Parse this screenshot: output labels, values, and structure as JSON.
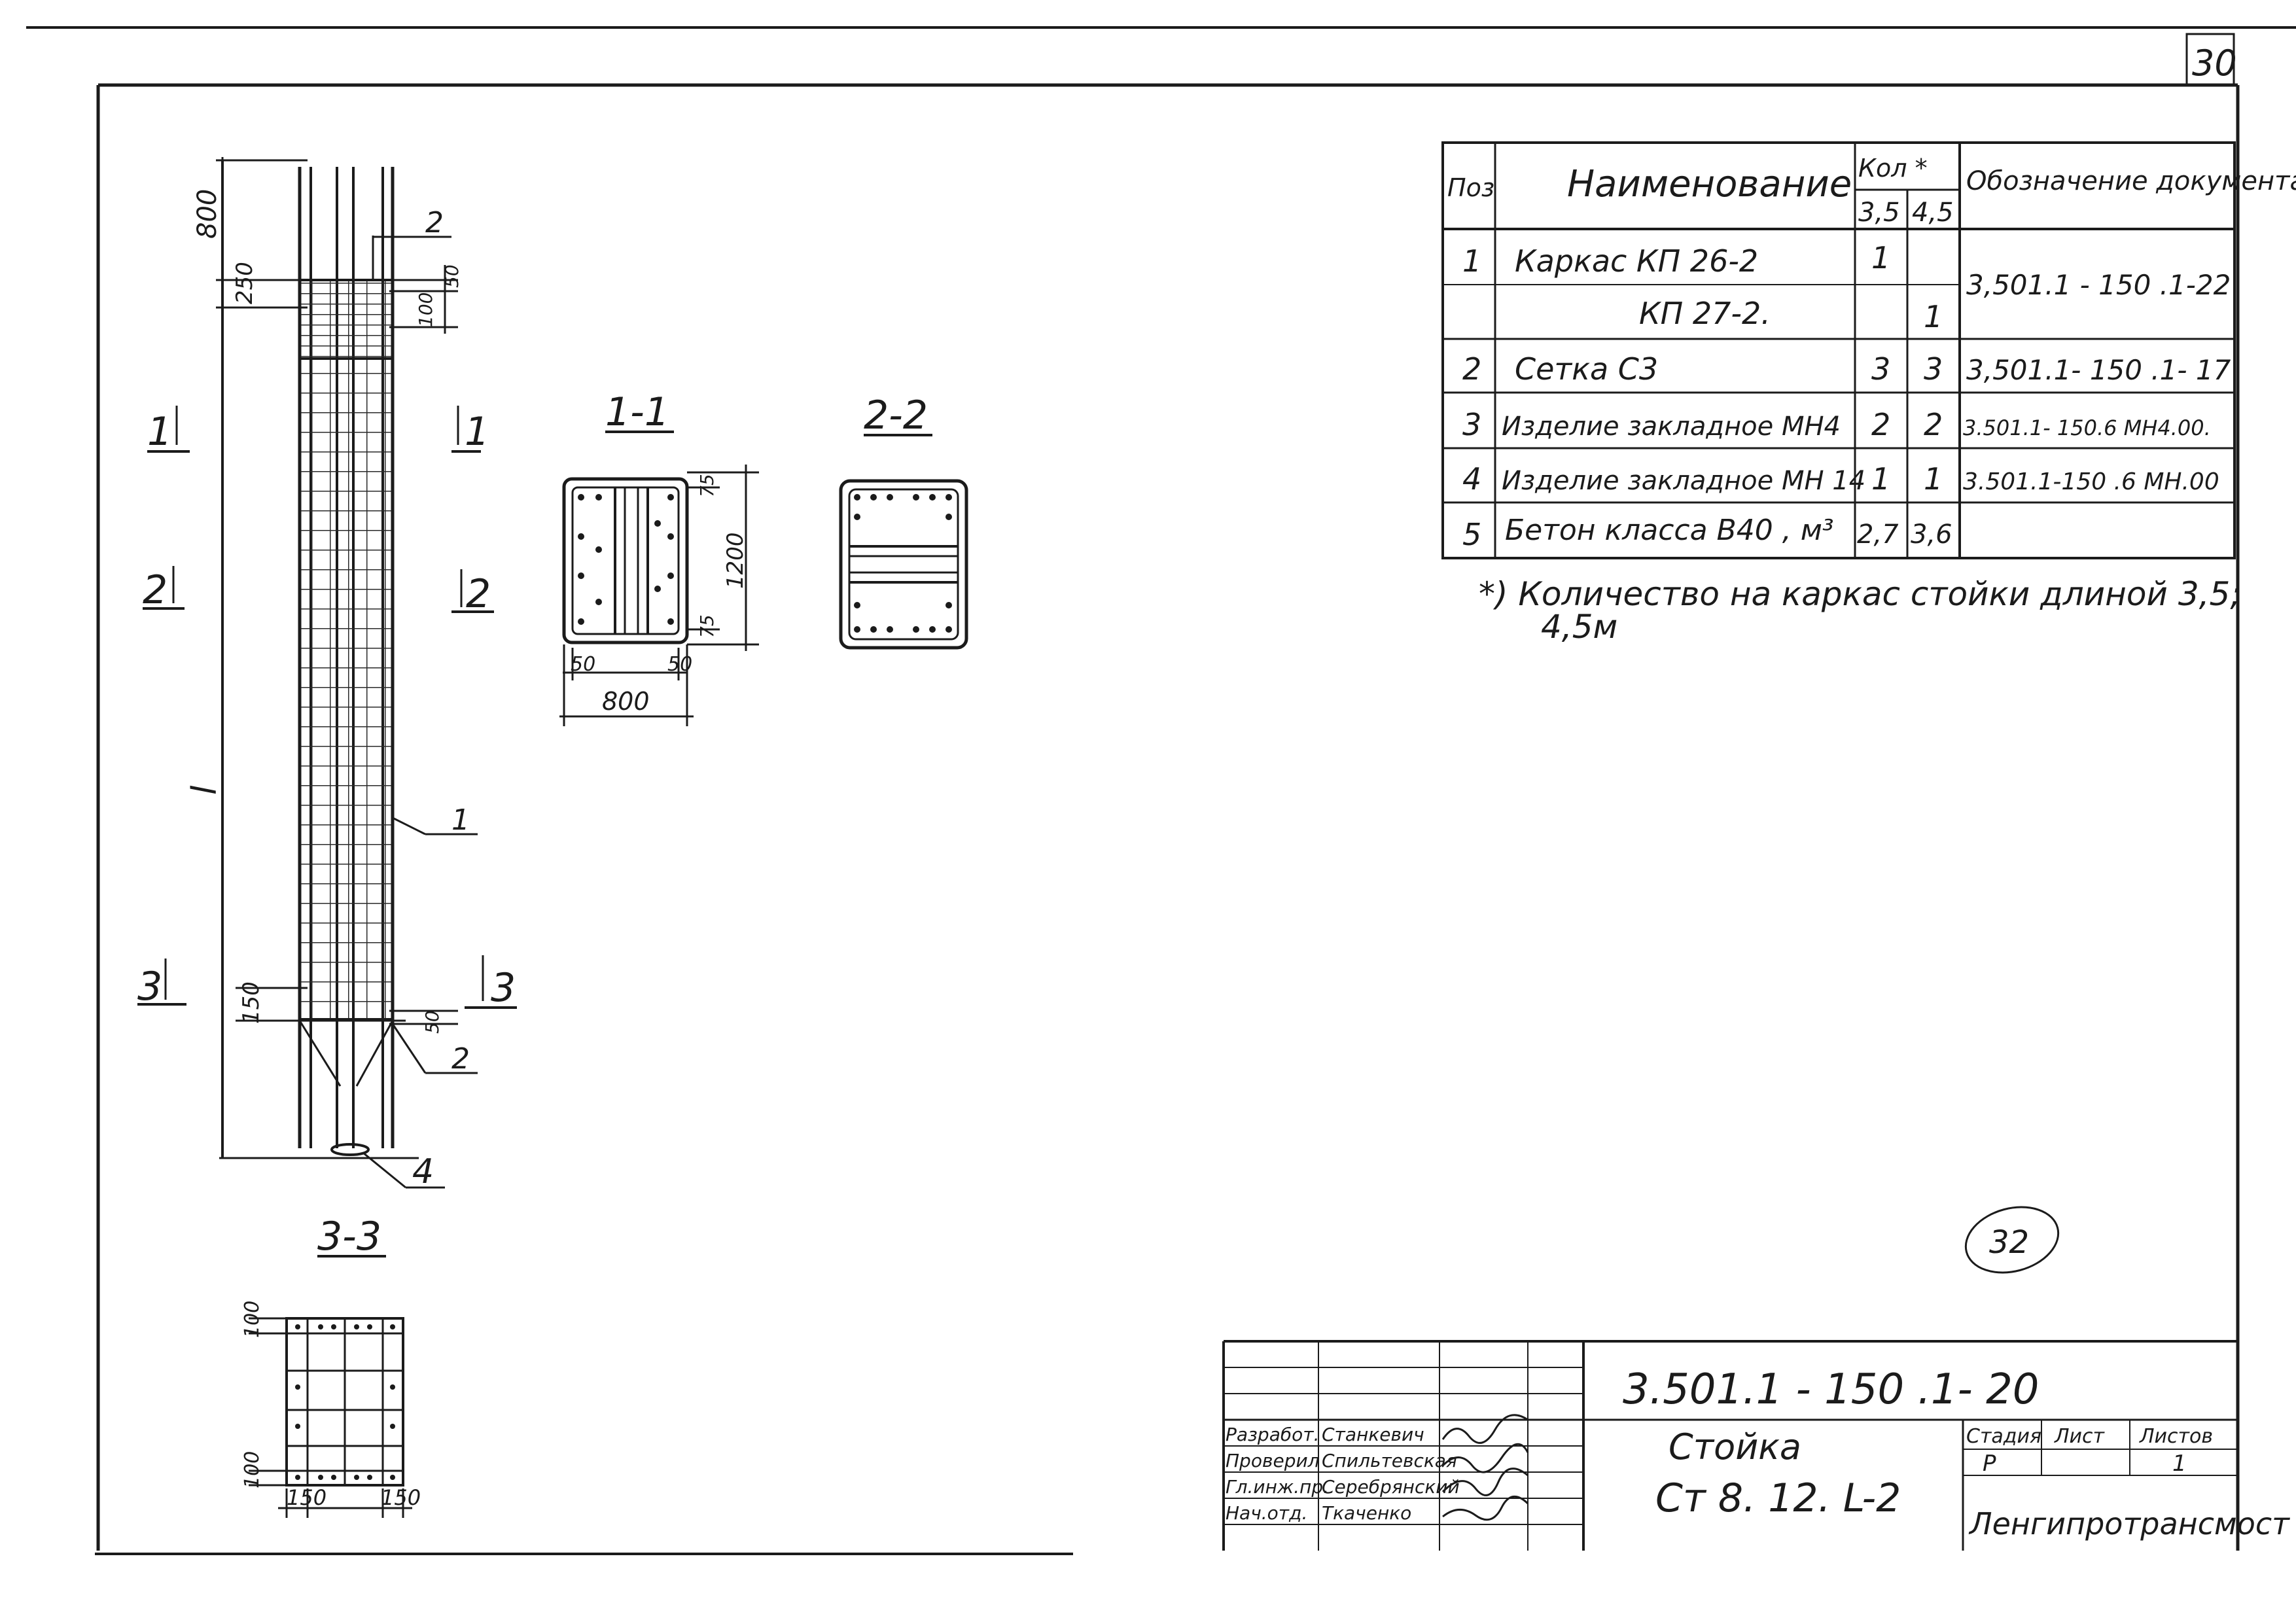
{
  "sheet": {
    "page_number": "30",
    "circle_stamp": "32"
  },
  "drawing": {
    "dim_top": "800",
    "dim_offset_top": "250",
    "dim_right_top": "100",
    "dim_right_top2": "50",
    "dim_length": "l",
    "dim_bottom_left": "150",
    "dim_bottom_right": "50",
    "pos_2_top": "2",
    "pos_1": "1",
    "pos_2_bottom": "2",
    "pos_4": "4",
    "cut_1_left": "1",
    "cut_1_right": "1",
    "cut_2_left": "2",
    "cut_2_right": "2",
    "cut_3_left": "3",
    "cut_3_right": "3"
  },
  "section_1_1": {
    "title": "1-1",
    "dim_height": "1200",
    "dim_width": "800",
    "dim_edge_left": "50",
    "dim_edge_right": "50",
    "dim_top": "75",
    "dim_bottom": "75"
  },
  "section_2_2": {
    "title": "2-2"
  },
  "section_3_3": {
    "title": "3-3",
    "dim_top": "100",
    "dim_bottom": "100",
    "dim_left": "150",
    "dim_right": "150"
  },
  "spec_table": {
    "headers": {
      "pos": "Поз",
      "name": "Наименование",
      "qty": "Кол *",
      "qty_a": "3,5",
      "qty_b": "4,5",
      "doc": "Обозначение документа"
    },
    "rows": [
      {
        "pos": "1",
        "name": "Каркас КП 26-2",
        "qty_a": "1",
        "qty_b": "",
        "doc": "3,501.1 - 150 .1-22"
      },
      {
        "pos": "",
        "name": "КП 27-2.",
        "qty_a": "",
        "qty_b": "1",
        "doc": ""
      },
      {
        "pos": "2",
        "name": "Сетка С3",
        "qty_a": "3",
        "qty_b": "3",
        "doc": "3,501.1- 150 .1- 17"
      },
      {
        "pos": "3",
        "name": "Изделие закладное МН4",
        "qty_a": "2",
        "qty_b": "2",
        "doc": "3.501.1- 150.6 МН4.00."
      },
      {
        "pos": "4",
        "name": "Изделие закладное МН 14",
        "qty_a": "1",
        "qty_b": "1",
        "doc": "3.501.1-150 .6 МН.00"
      },
      {
        "pos": "5",
        "name": "Бетон класса В40 , м³",
        "qty_a": "2,7",
        "qty_b": "3,6",
        "doc": ""
      }
    ],
    "footnote_line1": "*) Количество на каркас стойки длиной 3,5;",
    "footnote_line2": "4,5м"
  },
  "title_block": {
    "code": "3.501.1 - 150 .1- 20",
    "name": "Стойка",
    "mark": "Ст 8. 12. L-2",
    "stage_label": "Стадия",
    "sheet_label": "Лист",
    "sheets_label": "Листов",
    "stage": "Р",
    "sheets": "1",
    "org": "Ленгипротрансмост",
    "roles": [
      {
        "role": "Разработ.",
        "person": "Станкевич"
      },
      {
        "role": "Проверил",
        "person": "Спильтевская"
      },
      {
        "role": "Гл.инж.пр.",
        "person": "Серебрянский"
      },
      {
        "role": "Нач.отд.",
        "person": "Ткаченко"
      }
    ]
  }
}
